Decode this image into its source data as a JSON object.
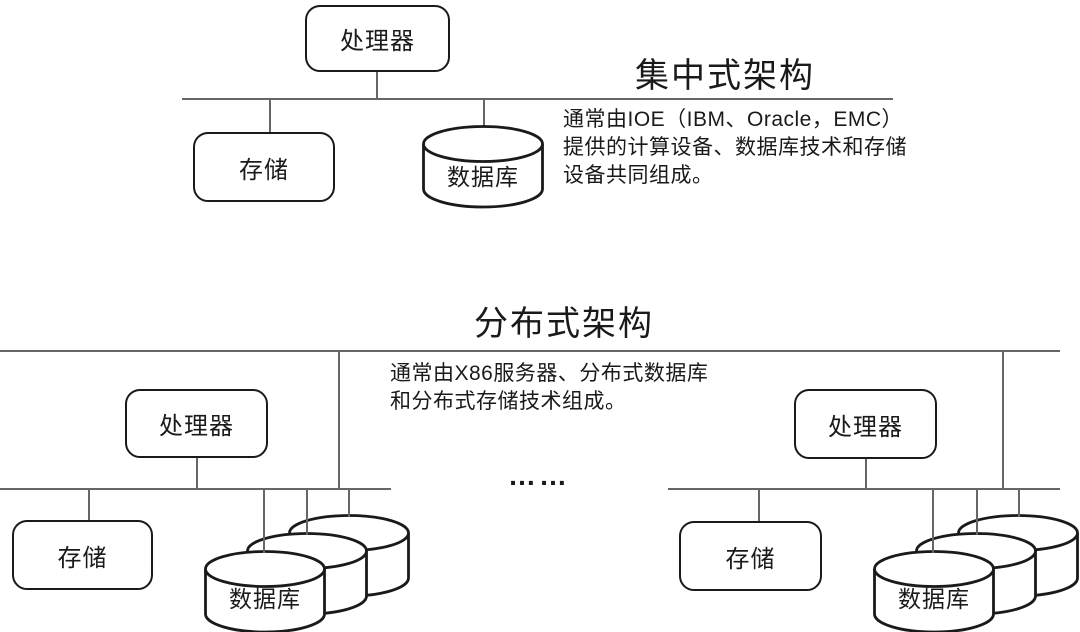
{
  "colors": {
    "background": "#ffffff",
    "line": "#666666",
    "shape_border": "#1a1a1a",
    "text": "#1a1a1a"
  },
  "centralized": {
    "title": "集中式架构",
    "description_lines": [
      "通常由IOE（IBM、Oracle，EMC）",
      "提供的计算设备、数据库技术和存储",
      "设备共同组成。"
    ],
    "processor_label": "处理器",
    "storage_label": "存储",
    "database_label": "数据库"
  },
  "distributed": {
    "title": "分布式架构",
    "description_lines": [
      "通常由X86服务器、分布式数据库",
      "和分布式存储技术组成。"
    ],
    "ellipsis": "……",
    "clusters": [
      {
        "processor_label": "处理器",
        "storage_label": "存储",
        "database_label": "数据库"
      },
      {
        "processor_label": "处理器",
        "storage_label": "存储",
        "database_label": "数据库"
      }
    ]
  }
}
